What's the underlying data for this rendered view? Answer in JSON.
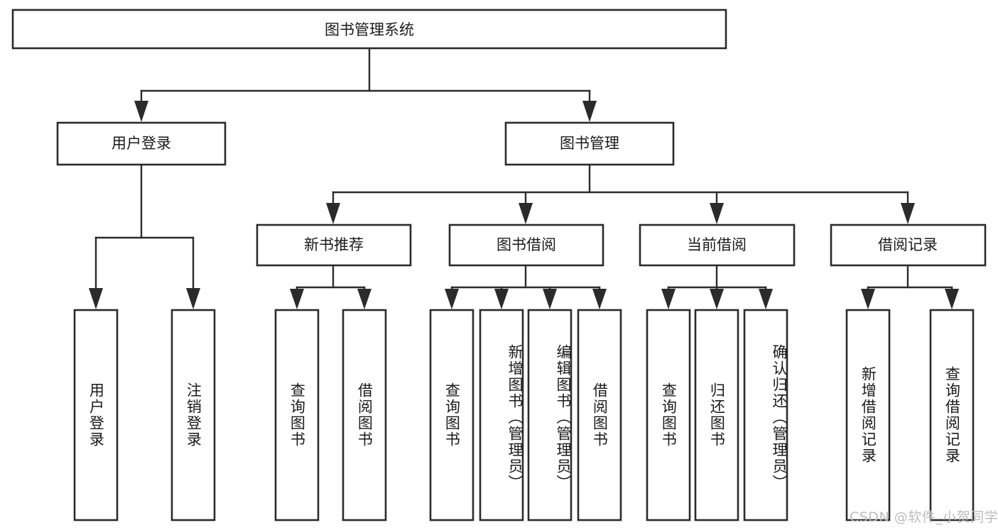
{
  "diagram": {
    "type": "tree-hierarchy",
    "title": "图书管理系统",
    "root": {
      "label": "图书管理系统",
      "children": [
        {
          "label": "用户登录",
          "children": [
            {
              "label": "用户登录",
              "orientation": "vertical"
            },
            {
              "label": "注销登录",
              "orientation": "vertical"
            }
          ]
        },
        {
          "label": "图书管理",
          "children": [
            {
              "label": "新书推荐",
              "children": [
                {
                  "label": "查询图书",
                  "orientation": "vertical"
                },
                {
                  "label": "借阅图书",
                  "orientation": "vertical"
                }
              ]
            },
            {
              "label": "图书借阅",
              "children": [
                {
                  "label": "查询图书",
                  "orientation": "vertical"
                },
                {
                  "label": "新增图书（管理员）",
                  "orientation": "vertical"
                },
                {
                  "label": "编辑图书（管理员）",
                  "orientation": "vertical"
                },
                {
                  "label": "借阅图书",
                  "orientation": "vertical"
                }
              ]
            },
            {
              "label": "当前借阅",
              "children": [
                {
                  "label": "查询图书",
                  "orientation": "vertical"
                },
                {
                  "label": "归还图书",
                  "orientation": "vertical"
                },
                {
                  "label": "确认归还（管理员）",
                  "orientation": "vertical"
                }
              ]
            },
            {
              "label": "借阅记录",
              "children": [
                {
                  "label": "新增借阅记录",
                  "orientation": "vertical"
                },
                {
                  "label": "查询借阅记录",
                  "orientation": "vertical"
                }
              ]
            }
          ]
        }
      ]
    }
  },
  "labels": {
    "root": "图书管理系统",
    "l2": {
      "user_login": "用户登录",
      "book_manage": "图书管理"
    },
    "l3": {
      "new_book_rec": "新书推荐",
      "book_borrow": "图书借阅",
      "current_borrow": "当前借阅",
      "borrow_record": "借阅记录"
    },
    "leaves": {
      "user_login": "用户登录",
      "logout": "注销登录",
      "query_book_a": "查询图书",
      "borrow_book_a": "借阅图书",
      "query_book_b": "查询图书",
      "add_book_admin": "新增图书（管理员）",
      "edit_book_admin": "编辑图书（管理员）",
      "borrow_book_b": "借阅图书",
      "query_book_c": "查询图书",
      "return_book": "归还图书",
      "confirm_return_admin": "确认归还（管理员）",
      "add_borrow_record": "新增借阅记录",
      "query_borrow_record": "查询借阅记录"
    }
  },
  "watermark": {
    "text": "CSDN @软件_小贺同学"
  },
  "colors": {
    "stroke": "#2b2b2b",
    "fill": "#ffffff",
    "text": "#1a1a1a",
    "watermark": "#bdbdbd"
  }
}
